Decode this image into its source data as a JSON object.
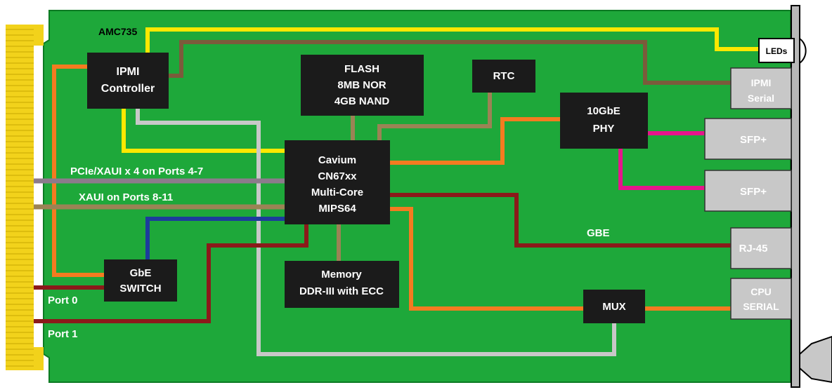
{
  "board": {
    "title": "AMC735",
    "colors": {
      "board": "#1ea83a",
      "board_edge": "#0c7a22",
      "connector": "#f2d21b",
      "chip": "#1b1b1b",
      "port_box": "#c8c8c8",
      "bracket": "#b8b8b8",
      "yellow": "#fde800",
      "brown": "#7b5b3b",
      "orange": "#f47b20",
      "gray": "#c8c8c8",
      "mauve": "#8c7b8c",
      "tan": "#9b8355",
      "blue": "#1c3c9c",
      "darkred": "#8b1a1a",
      "magenta": "#e6158c"
    }
  },
  "chips": {
    "ipmi": [
      "IPMI",
      "Controller"
    ],
    "flash": [
      "FLASH",
      "8MB NOR",
      "4GB NAND"
    ],
    "rtc": [
      "RTC"
    ],
    "phy": [
      "10GbE",
      "PHY"
    ],
    "cpu": [
      "Cavium",
      "CN67xx",
      "Multi-Core",
      "MIPS64"
    ],
    "switch": [
      "GbE",
      "SWITCH"
    ],
    "memory": [
      "Memory",
      "DDR-III with ECC"
    ],
    "mux": [
      "MUX"
    ]
  },
  "ports": {
    "leds": [
      "LEDs"
    ],
    "ipmi_serial": [
      "IPMI",
      "Serial"
    ],
    "sfp1": [
      "SFP+"
    ],
    "sfp2": [
      "SFP+"
    ],
    "rj45": [
      "RJ-45"
    ],
    "cpu_serial": [
      "CPU",
      "SERIAL"
    ]
  },
  "labels": {
    "pcie": "PCIe/XAUI x 4 on Ports 4-7",
    "xaui": "XAUI on Ports 8-11",
    "gbe": "GBE",
    "port0": "Port 0",
    "port1": "Port 1"
  }
}
